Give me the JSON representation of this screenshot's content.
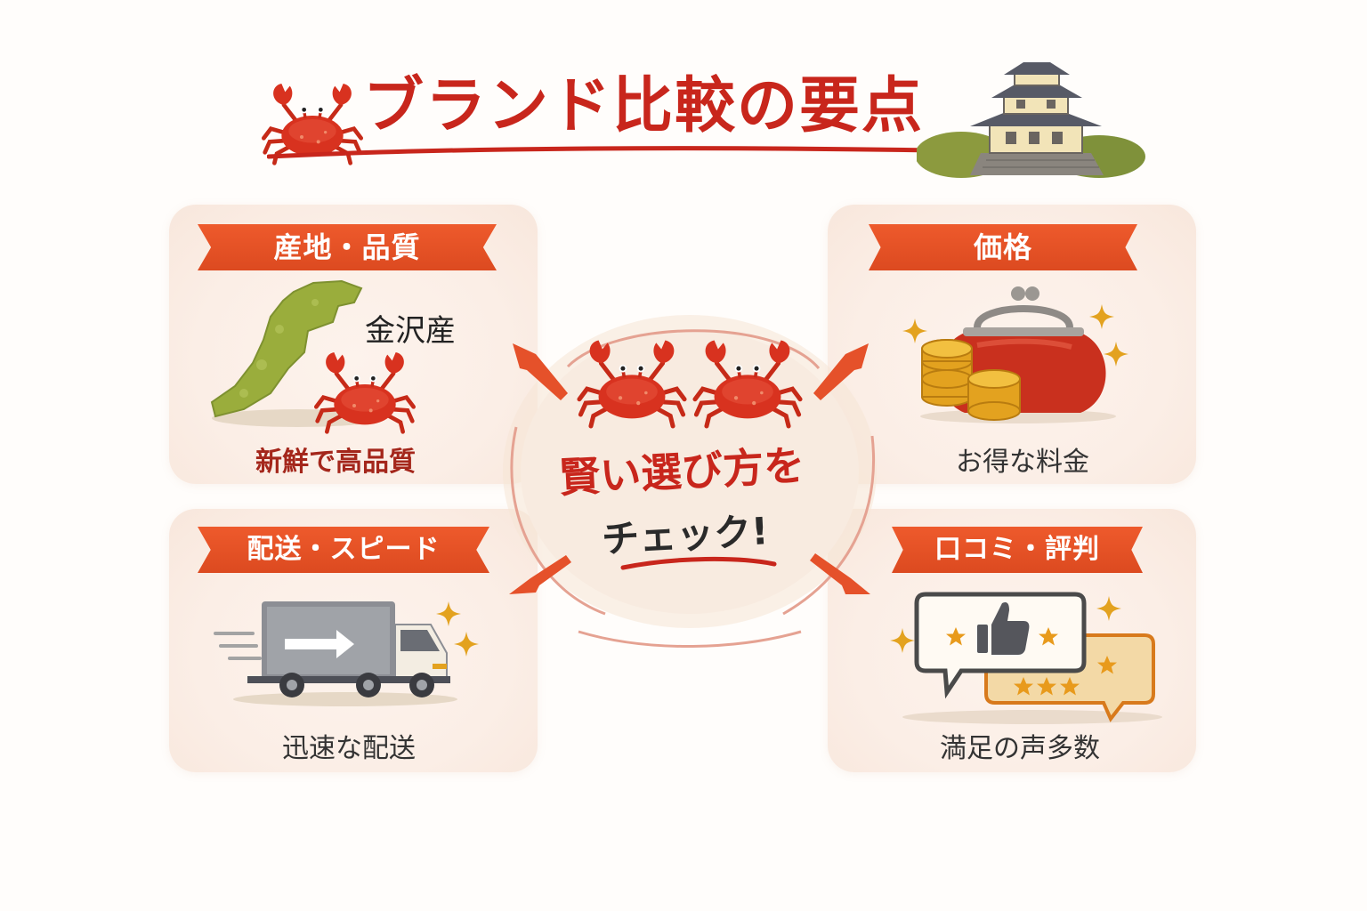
{
  "title": "ブランド比較の要点",
  "center": {
    "line1": "賢い選び方を",
    "line2": "チェック!"
  },
  "cards": {
    "origin": {
      "ribbon": "産地・品質",
      "map_label": "金沢産",
      "caption": "新鮮で高品質"
    },
    "price": {
      "ribbon": "価格",
      "caption": "お得な料金"
    },
    "delivery": {
      "ribbon": "配送・スピード",
      "caption": "迅速な配送"
    },
    "reviews": {
      "ribbon": "口コミ・評判",
      "caption": "満足の声多数"
    }
  },
  "colors": {
    "accent": "#c8261c",
    "ribbon": "#e5512a",
    "card_bg": "#fbeee6",
    "crab": "#d8321f",
    "gold": "#e3a21f",
    "map_green": "#9aad3c"
  },
  "icons": [
    "crab-icon",
    "castle-icon",
    "map-icon",
    "purse-icon",
    "coins-icon",
    "truck-icon",
    "speech-bubble-icon",
    "thumbs-up-icon",
    "star-icon",
    "sparkle-icon",
    "arrow-icon"
  ]
}
